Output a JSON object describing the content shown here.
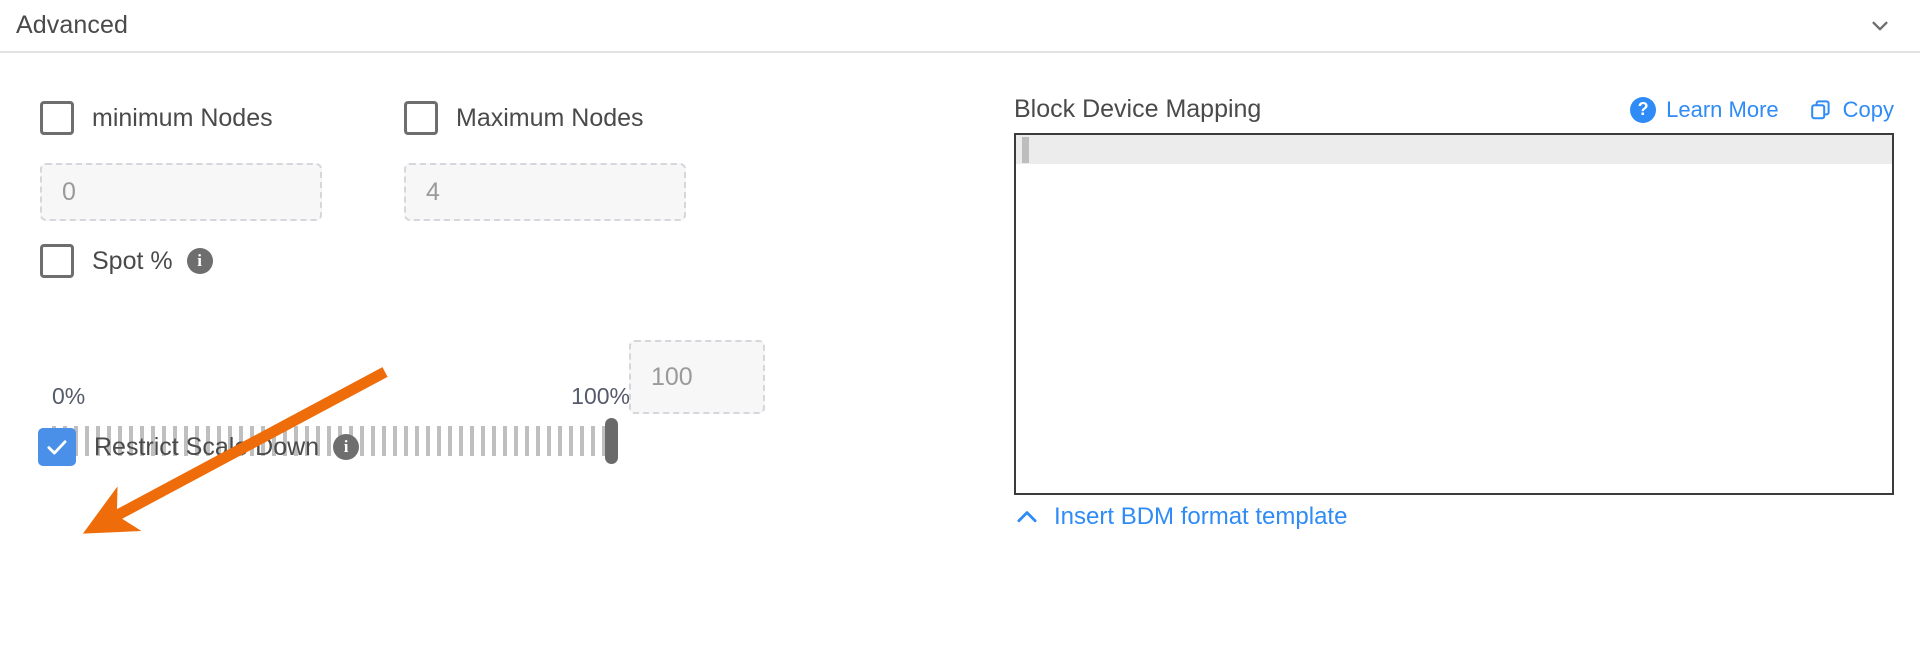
{
  "section": {
    "title": "Advanced",
    "collapse_icon": "chevron-down-icon"
  },
  "scaling": {
    "min_nodes": {
      "label": "minimum Nodes",
      "checked": false,
      "input_placeholder": "0"
    },
    "max_nodes": {
      "label": "Maximum Nodes",
      "checked": false,
      "input_placeholder": "4"
    },
    "spot": {
      "label": "Spot %",
      "checked": false,
      "info_icon": "info-icon"
    },
    "slider": {
      "min_label": "0%",
      "max_label": "100%",
      "value": 100,
      "value_input_placeholder": "100"
    },
    "restrict_scale_down": {
      "label": "Restrict Scale Down",
      "checked": true,
      "info_icon": "info-icon",
      "check_color": "#4a90e8"
    }
  },
  "block_device_mapping": {
    "title": "Block Device Mapping",
    "learn_more": {
      "label": "Learn More",
      "icon": "question-circle-icon"
    },
    "copy": {
      "label": "Copy",
      "icon": "copy-icon"
    },
    "editor_content": "",
    "insert_template": {
      "label": "Insert BDM format template",
      "icon": "chevron-up-icon"
    },
    "link_color": "#2f8bf5"
  },
  "annotation": {
    "arrow_color": "#ef6c0a",
    "points_to": "restrict-scale-down-checkbox"
  }
}
